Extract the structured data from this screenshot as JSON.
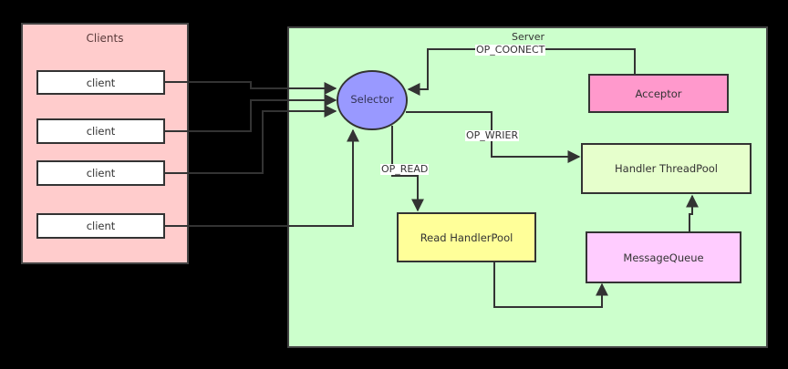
{
  "colors": {
    "background": "#000000",
    "clients_group": "#ffcccc",
    "client_box": "#ffffff",
    "server_group": "#ccffcc",
    "selector": "#9999ff",
    "acceptor": "#ff99cc",
    "handler_threadpool": "#e6ffcc",
    "read_handlerpool": "#ffff99",
    "message_queue": "#ffccff",
    "line": "#333333"
  },
  "clients_group": {
    "title": "Clients",
    "clients": [
      {
        "label": "client"
      },
      {
        "label": "client"
      },
      {
        "label": "client"
      },
      {
        "label": "client"
      }
    ]
  },
  "server_group": {
    "title": "Server",
    "selector": "Selector",
    "acceptor": "Acceptor",
    "handler_threadpool": "Handler ThreadPool",
    "read_handlerpool": "Read HandlerPool",
    "message_queue": "MessageQueue"
  },
  "edges": {
    "op_connect": "OP_COONECT",
    "op_write": "OP_WRIER",
    "op_read": "OP_READ"
  }
}
